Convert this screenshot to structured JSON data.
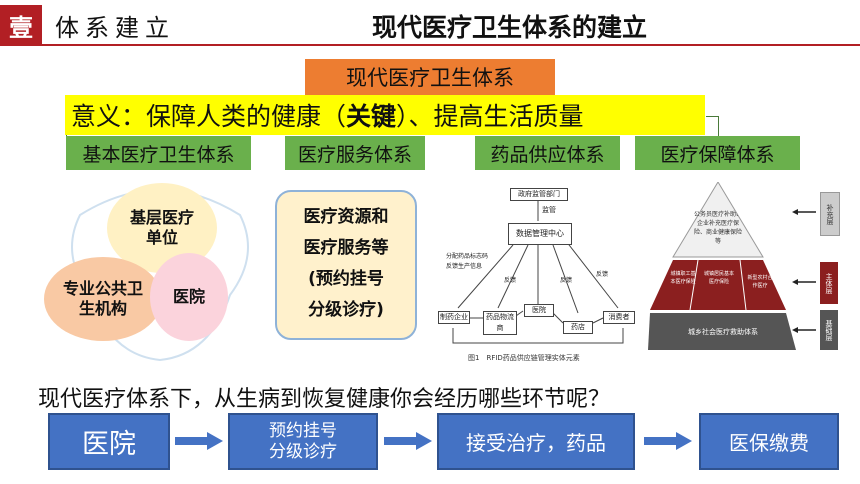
{
  "header": {
    "badge": "壹",
    "section": "体系建立",
    "title": "现代医疗卫生体系的建立"
  },
  "core_title": "现代医疗卫生体系",
  "meaning": {
    "prefix": "意义：保障人类的健康（",
    "key": "关键",
    "suffix": "）、提高生活质量"
  },
  "systems": [
    "基本医疗卫生体系",
    "医疗服务体系",
    "药品供应体系",
    "医疗保障体系"
  ],
  "venn": {
    "top": "基层医疗单位",
    "left": "专业公共卫生机构",
    "right": "医院"
  },
  "service_box": [
    "医疗资源和",
    "医疗服务等",
    "(预约挂号",
    "分级诊疗)"
  ],
  "supply_diagram": {
    "nodes": [
      "政府监管部门",
      "监管",
      "数据管理中心",
      "分配药品标志码",
      "反馈生产信息",
      "反馈",
      "反馈",
      "反馈",
      "制药企业",
      "药品物流商",
      "医院",
      "药店",
      "消费者"
    ],
    "caption": "图1　RFID药品供应链管理实体元素"
  },
  "pyramid": {
    "top": "公务员医疗补助、企业补充医疗保险、商业健康保险等",
    "mid_left": "城镇职工基本医疗保险",
    "mid_mid": "城镇居民基本医疗保险",
    "mid_right": "新型农村合作医疗",
    "bottom": "城乡社会医疗救助体系",
    "labels": [
      "补充层",
      "主体层",
      "基础层"
    ]
  },
  "question": "现代医疗体系下，从生病到恢复健康你会经历哪些环节呢？",
  "flow": [
    "医院",
    "预约挂号",
    "分级诊疗",
    "接受治疗，药品",
    "医保缴费"
  ],
  "colors": {
    "badge": "#b21f24",
    "core": "#ed7d31",
    "meaning": "#ffff00",
    "system": "#6ab04c",
    "flow": "#4472c4"
  }
}
